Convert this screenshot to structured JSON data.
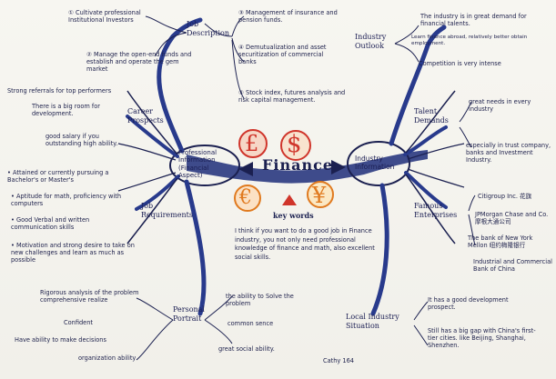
{
  "center": {
    "title": "Finance",
    "key_words_label": "key words",
    "symbols": {
      "pound": "£",
      "euro": "€",
      "yen": "¥",
      "dollar": "$"
    }
  },
  "hubs": {
    "professional": "Professional Information (Financial Aspect)",
    "industry": "Industry Information"
  },
  "job_description": {
    "heading": "Job Description",
    "items": [
      {
        "marker": "①",
        "text": "Cultivate professional Institutional Investors"
      },
      {
        "marker": "②",
        "text": "Manage the open-end funds and establish and operate the gem market"
      },
      {
        "marker": "③",
        "text": "Management of insurance and pension funds."
      },
      {
        "marker": "④",
        "text": "Demutualization and asset securitization of commercial banks"
      },
      {
        "marker": "⑤",
        "text": "Stock index, futures analysis and risk capital management."
      }
    ]
  },
  "career_prospects": {
    "heading": "Career Prospects",
    "items": [
      "Strong referrals for top performers",
      "There is a big room for development.",
      "good salary if you outstanding high ability."
    ]
  },
  "job_requirements": {
    "heading": "Job Requirements",
    "items": [
      "Attained or currently pursuing a Bachelor's or Master's",
      "Aptitude for math, proficiency with computers",
      "Good Verbal and written communication skills",
      "Motivation and strong desire to take on new challenges and learn as much as possible"
    ]
  },
  "personal_portrait": {
    "heading": "Personal Portrait",
    "left_items": [
      "Rigorous analysis of the problem comprehensive realize",
      "Confident",
      "Have ability to make decisions",
      "organization ability"
    ],
    "right_items": [
      "the ability to Solve the problem",
      "common sence",
      "great social ability."
    ]
  },
  "note": {
    "text": "I think if you want to do a good job in Finance industry, you not only need professional knowledge of finance and math, also excellent social skills.",
    "signature": "Cathy 164"
  },
  "industry_outlook": {
    "heading": "Industry Outlook",
    "items": [
      "The industry is in great demand for financial talents.",
      "Learn finance abroad, relatively better obtain employment.",
      "Competition is very intense"
    ]
  },
  "talent_demands": {
    "heading": "Talent Demands",
    "items": [
      "great needs in every industry",
      "especially in trust company, banks and Investment Industry."
    ]
  },
  "famous_enterprises": {
    "heading": "Famous Enterprises",
    "items": [
      "Citigroup Inc. 花旗",
      "JPMorgan Chase and Co. 摩根大通公司",
      "The bank of New York Mellon 纽约梅隆银行",
      "Industrial and Commercial Bank of China"
    ]
  },
  "local_industry": {
    "heading": "Local Industry Situation",
    "items": [
      "It has a good development prospect.",
      "Still has a big gap with China's first-tier cities. like Beijing, Shanghai, Shenzhen."
    ]
  },
  "colors": {
    "ink": "#1c1f4a",
    "branch_blue": "#283a8c",
    "branch_dark": "#1b2050",
    "orange": "#e07a1f",
    "red": "#d0352b"
  }
}
